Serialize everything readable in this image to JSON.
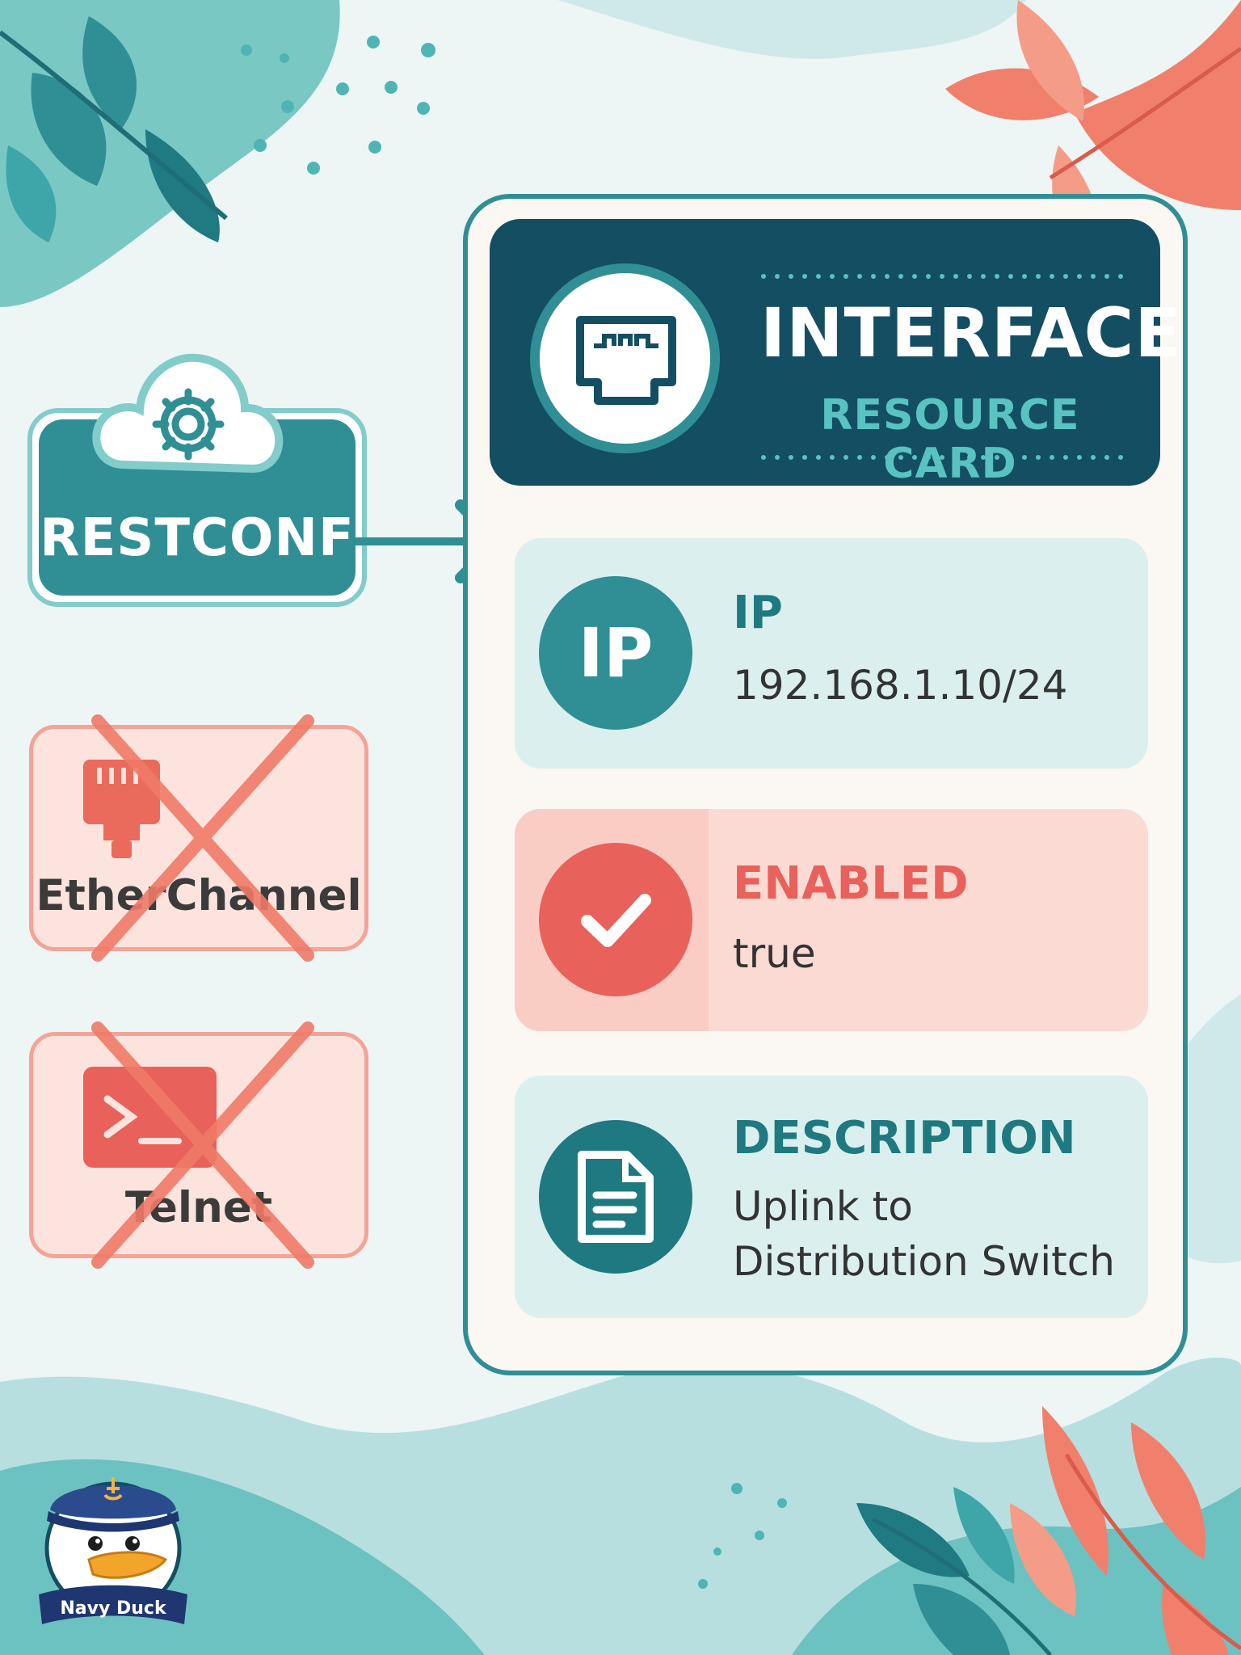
{
  "restconf": {
    "label": "RESTCONF"
  },
  "rejected": [
    {
      "label": "EtherChannel",
      "icon": "ethernet-port-icon"
    },
    {
      "label": "Telnet",
      "icon": "terminal-icon"
    }
  ],
  "card": {
    "title": "INTERFACE",
    "subtitle": "RESOURCE CARD",
    "fields": [
      {
        "badge": "IP",
        "key": "IP",
        "value": "192.168.1.10/24",
        "color": "#2f8f95"
      },
      {
        "badge": "",
        "key": "ENABLED",
        "value": "true",
        "color": "#e8615a"
      },
      {
        "badge": "",
        "key": "DESCRIPTION",
        "value": "Uplink to Distribution Switch",
        "value_lines": [
          "Uplink to",
          "Distribution Switch"
        ],
        "color": "#1e7a80"
      }
    ]
  },
  "mascot": {
    "label": "Navy Duck"
  },
  "colors": {
    "teal": "#2f8f95",
    "navy": "#144e63",
    "coral": "#e8615a",
    "light_teal": "#58c3c0"
  }
}
